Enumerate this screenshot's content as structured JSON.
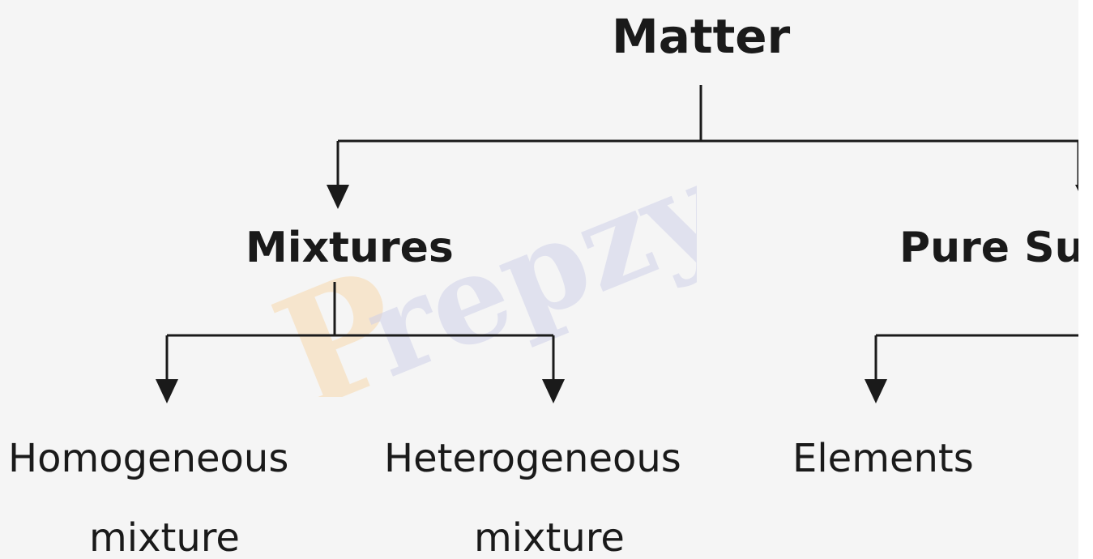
{
  "watermark": {
    "brand": "Prepzy",
    "colors": {
      "p": "#f6c98a",
      "rest": "#c9cbe6"
    }
  },
  "nodes": {
    "root": "Matter",
    "mixtures": "Mixtures",
    "pure": "Pure Su",
    "homogeneous_line1": "Homogeneous",
    "homogeneous_line2": "mixture",
    "heterogeneous_line1": "Heterogeneous",
    "heterogeneous_line2": "mixture",
    "elements": "Elements"
  },
  "colors": {
    "background": "#f5f5f5",
    "text": "#1a1a1a",
    "line": "#1a1a1a"
  }
}
